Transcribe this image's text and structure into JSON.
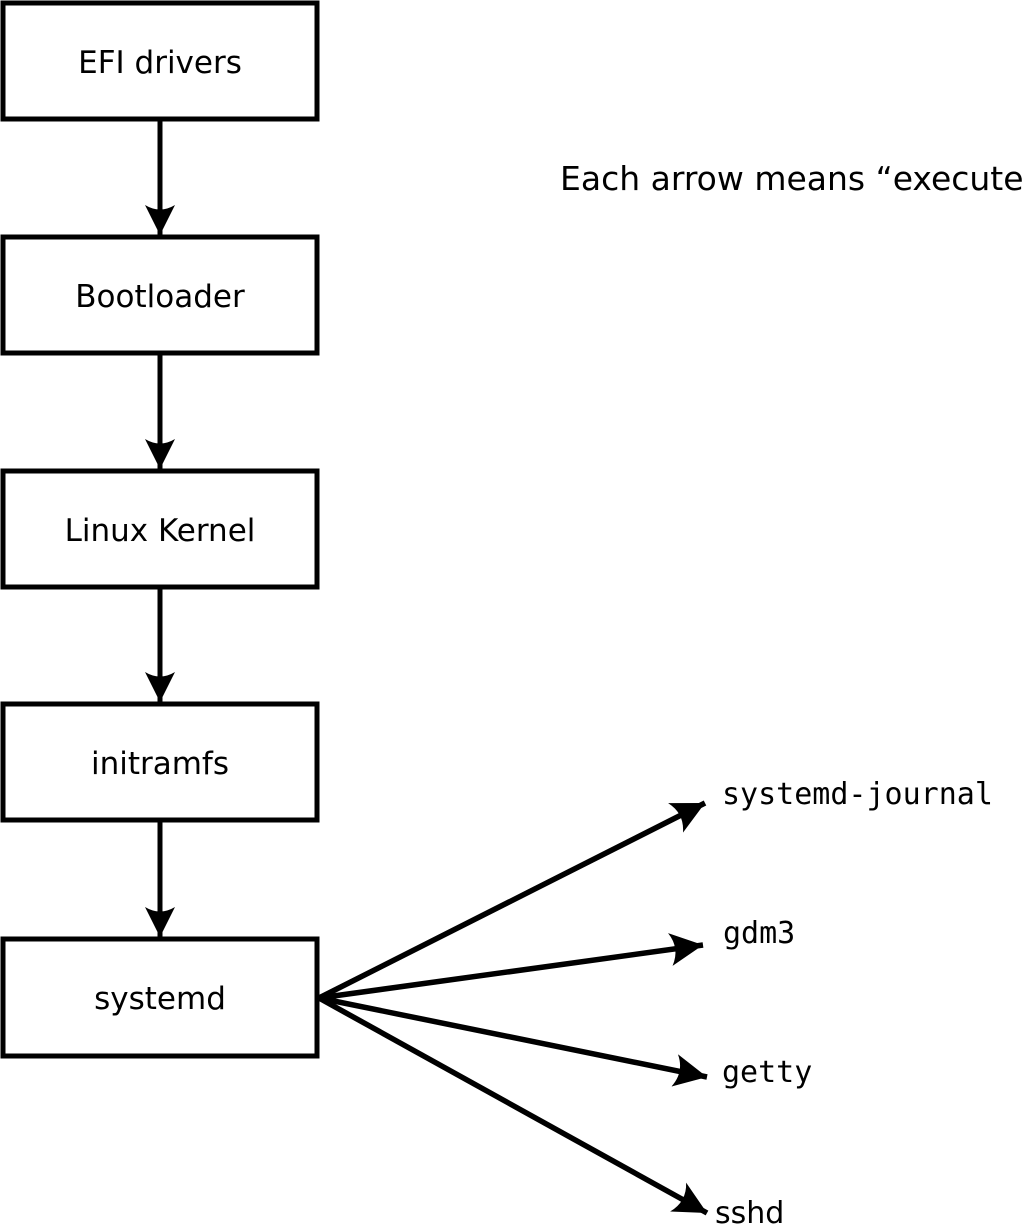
{
  "caption": "Each arrow means “executes”.",
  "flow": {
    "boxes": [
      {
        "id": "efi-drivers",
        "label": "EFI drivers"
      },
      {
        "id": "bootloader",
        "label": "Bootloader"
      },
      {
        "id": "linux-kernel",
        "label": "Linux Kernel"
      },
      {
        "id": "initramfs",
        "label": "initramfs"
      },
      {
        "id": "systemd",
        "label": "systemd"
      }
    ],
    "arrow_meaning": "executes"
  },
  "targets": [
    {
      "id": "systemd-journal",
      "label": "systemd-journal"
    },
    {
      "id": "gdm3",
      "label": "gdm3"
    },
    {
      "id": "getty",
      "label": "getty"
    },
    {
      "id": "sshd",
      "label": "sshd"
    }
  ],
  "colors": {
    "line": "#000000",
    "box_fill": "#ffffff",
    "background": "#ffffff",
    "text": "#000000"
  }
}
